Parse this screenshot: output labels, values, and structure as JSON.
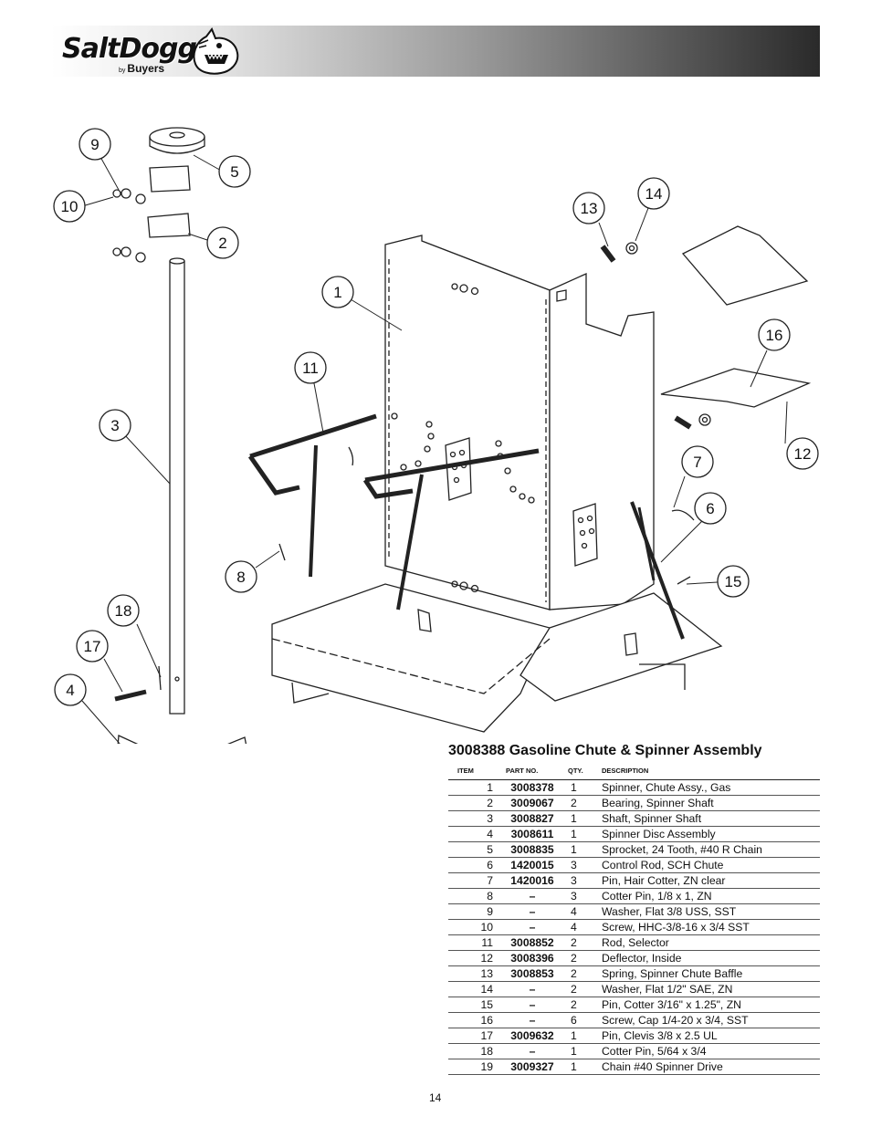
{
  "header": {
    "brand": "SaltDogg",
    "by": "by",
    "sub_brand": "Buyers"
  },
  "callouts": [
    "1",
    "2",
    "3",
    "4",
    "5",
    "6",
    "7",
    "8",
    "9",
    "10",
    "11",
    "12",
    "13",
    "14",
    "15",
    "16",
    "17",
    "18"
  ],
  "parts_table": {
    "title": "3008388 Gasoline Chute & Spinner Assembly",
    "columns": [
      "ITEM",
      "PART NO.",
      "QTY.",
      "DESCRIPTION"
    ],
    "rows": [
      {
        "item": "1",
        "part": "3008378",
        "qty": "1",
        "desc": "Spinner, Chute Assy., Gas"
      },
      {
        "item": "2",
        "part": "3009067",
        "qty": "2",
        "desc": "Bearing, Spinner Shaft"
      },
      {
        "item": "3",
        "part": "3008827",
        "qty": "1",
        "desc": "Shaft, Spinner Shaft"
      },
      {
        "item": "4",
        "part": "3008611",
        "qty": "1",
        "desc": "Spinner Disc Assembly"
      },
      {
        "item": "5",
        "part": "3008835",
        "qty": "1",
        "desc": "Sprocket, 24 Tooth, #40 R Chain"
      },
      {
        "item": "6",
        "part": "1420015",
        "qty": "3",
        "desc": "Control Rod, SCH Chute"
      },
      {
        "item": "7",
        "part": "1420016",
        "qty": "3",
        "desc": "Pin, Hair Cotter, ZN clear"
      },
      {
        "item": "8",
        "part": "–",
        "qty": "3",
        "desc": "Cotter Pin, 1/8 x 1, ZN"
      },
      {
        "item": "9",
        "part": "–",
        "qty": "4",
        "desc": "Washer, Flat 3/8 USS, SST"
      },
      {
        "item": "10",
        "part": "–",
        "qty": "4",
        "desc": "Screw, HHC-3/8-16 x 3/4 SST"
      },
      {
        "item": "11",
        "part": "3008852",
        "qty": "2",
        "desc": "Rod, Selector"
      },
      {
        "item": "12",
        "part": "3008396",
        "qty": "2",
        "desc": "Deflector, Inside"
      },
      {
        "item": "13",
        "part": "3008853",
        "qty": "2",
        "desc": "Spring, Spinner Chute Baffle"
      },
      {
        "item": "14",
        "part": "–",
        "qty": "2",
        "desc": "Washer, Flat 1/2\" SAE, ZN"
      },
      {
        "item": "15",
        "part": "–",
        "qty": "2",
        "desc": "Pin, Cotter 3/16\" x 1.25\", ZN"
      },
      {
        "item": "16",
        "part": "–",
        "qty": "6",
        "desc": "Screw, Cap 1/4-20 x 3/4, SST"
      },
      {
        "item": "17",
        "part": "3009632",
        "qty": "1",
        "desc": "Pin, Clevis 3/8 x 2.5 UL"
      },
      {
        "item": "18",
        "part": "–",
        "qty": "1",
        "desc": "Cotter Pin, 5/64 x 3/4"
      },
      {
        "item": "19",
        "part": "3009327",
        "qty": "1",
        "desc": "Chain #40 Spinner Drive"
      }
    ]
  },
  "page_number": "14"
}
